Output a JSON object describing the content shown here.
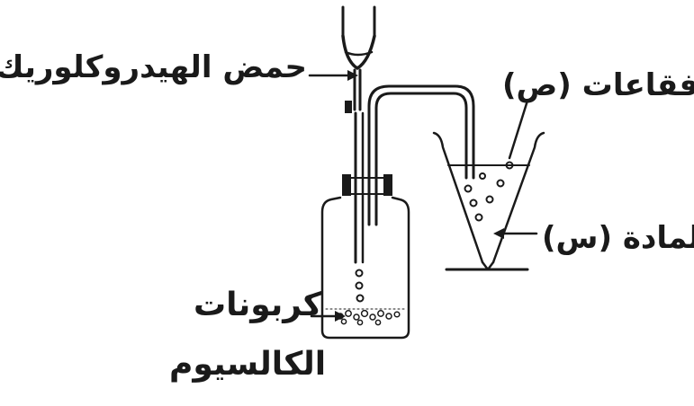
{
  "labels": {
    "hydrochloric_acid": "حمض الهيدروكلوريك",
    "bubbles": "فقاعات (ص)",
    "substance": "المادة (س)",
    "calcium_carbonate_line1": "كربونات",
    "calcium_carbonate_line2": "الكالسيوم"
  },
  "colors": {
    "ink": "#1a1a1a",
    "background": "#ffffff"
  }
}
